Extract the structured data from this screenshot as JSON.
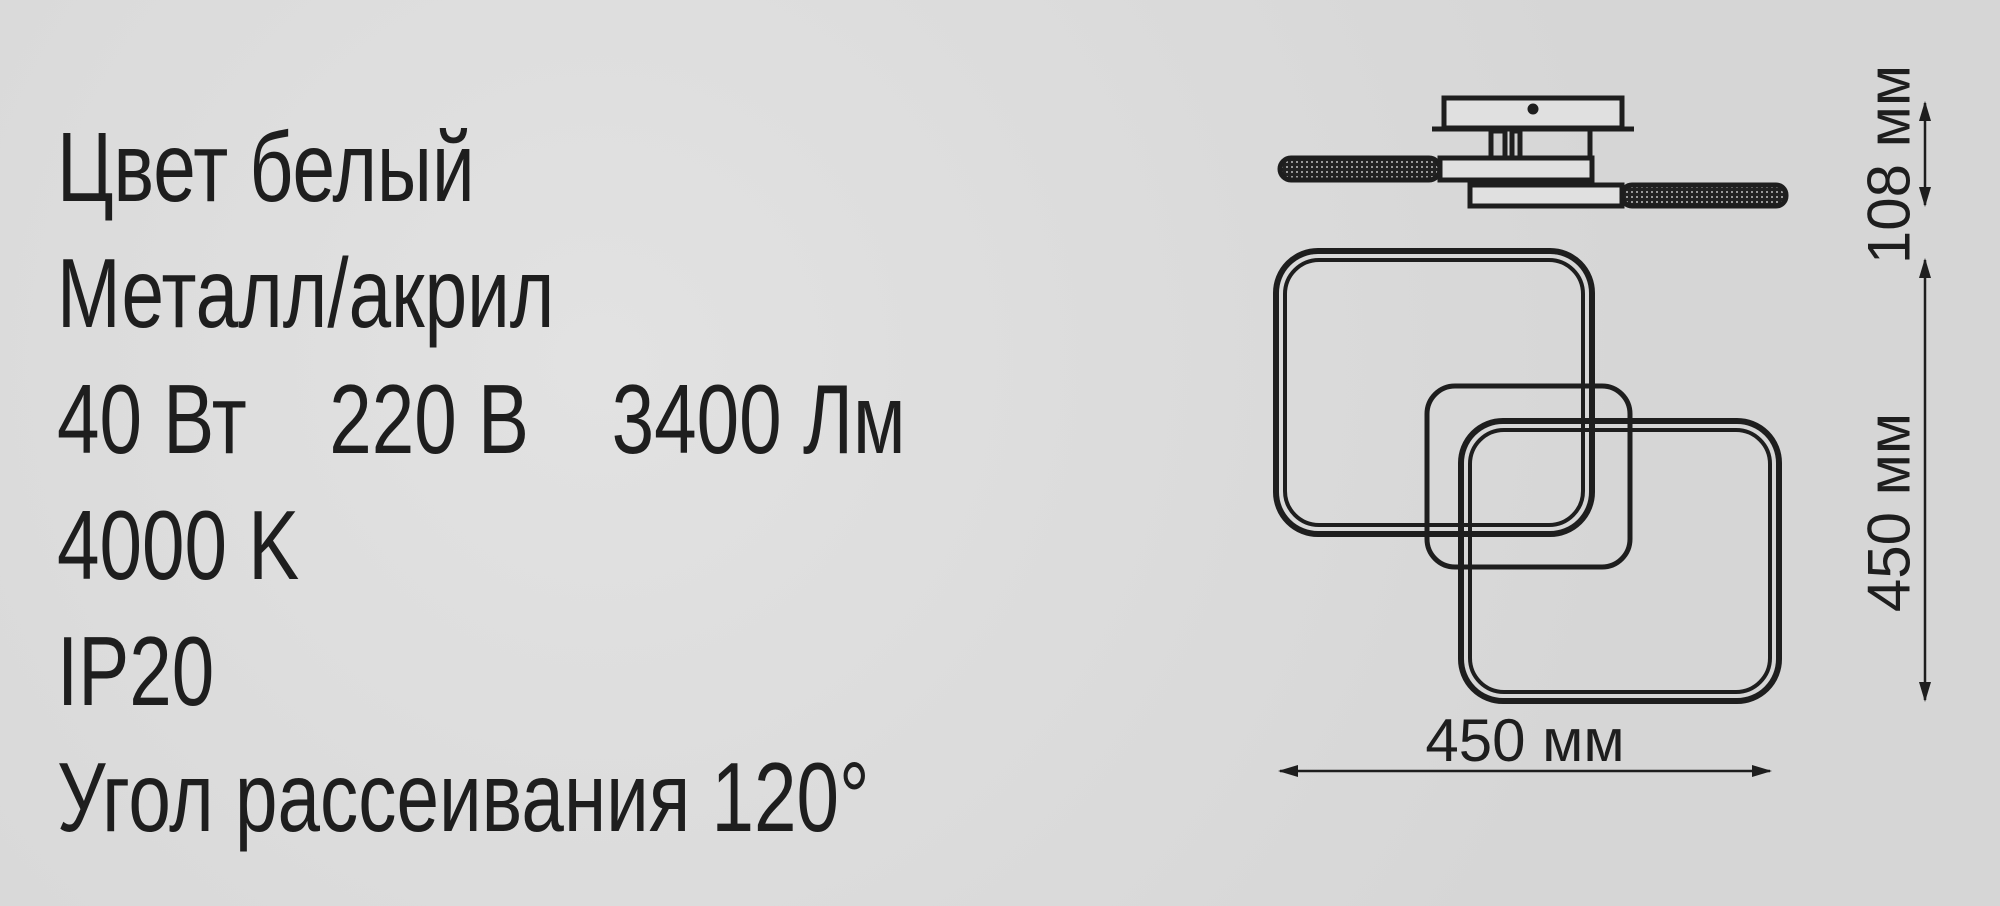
{
  "specs": {
    "color": "Цвет белый",
    "material": "Металл/акрил",
    "power": "40 Вт",
    "voltage": "220 В",
    "luminous_flux": "3400 Лм",
    "color_temperature": "4000 K",
    "protection": "IP20",
    "beam_angle": "Угол рассеивания 120°"
  },
  "dimensions": {
    "height": "108 мм",
    "length": "450 мм",
    "width": "450 мм"
  },
  "colors": {
    "background": "#dadada",
    "ink": "#1e1e1e"
  }
}
